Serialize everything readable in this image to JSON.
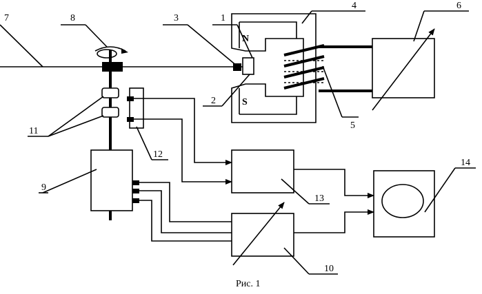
{
  "labels": {
    "n1": "1",
    "n2": "2",
    "n3": "3",
    "n4": "4",
    "n5": "5",
    "n6": "6",
    "n7": "7",
    "n8": "8",
    "n9": "9",
    "n10": "10",
    "n11": "11",
    "n12": "12",
    "n13": "13",
    "n14": "14"
  },
  "poles": {
    "north": "N",
    "south": "S"
  },
  "caption": "Рис. 1"
}
